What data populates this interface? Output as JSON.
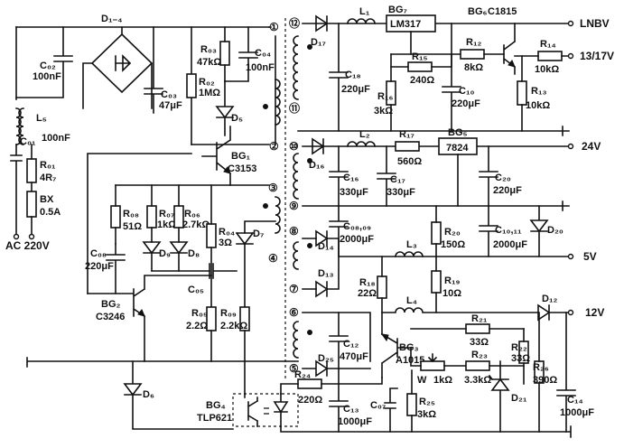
{
  "components": {
    "d1_4": "D₁₋₄",
    "c02": "C₀₂",
    "c02_val": "100nF",
    "c03": "C₀₃",
    "c03_val": "47μF",
    "r03": "R₀₃",
    "r03_val": "47kΩ",
    "r02": "R₀₂",
    "r02_val": "1MΩ",
    "c04": "C₀₄",
    "c04_val": "100nF",
    "d5": "D₅",
    "l5": "L₅",
    "c01": "C₀₁",
    "c01_val": "100nF",
    "r01": "R₀₁",
    "r01_val": "4R₇",
    "bx": "BX",
    "bx_val": "0.5A",
    "ac_in": "AC 220V",
    "bg1": "BG₁",
    "bg1_val": "C3153",
    "r08": "R₀₈",
    "r08_val": "51Ω",
    "r07": "R₀₇",
    "r07_val": "1kΩ",
    "r06": "R₀₆",
    "r06_val": "2.7kΩ",
    "r04": "R₀₄",
    "r04_val": "3Ω",
    "d7": "D₇",
    "d9": "D₉",
    "d8": "D₈",
    "c08": "C₀₈",
    "c08_val": "220μF",
    "c05": "C₀₅",
    "bg2": "BG₂",
    "bg2_val": "C3246",
    "r05": "R₀₅",
    "r05_val": "2.2Ω",
    "r09": "R₀₉",
    "r09_val": "2.2kΩ",
    "d6": "D₆",
    "bg4": "BG₄",
    "bg4_val": "TLP621",
    "d17": "D₁₇",
    "l1": "L₁",
    "bg7": "BG₇",
    "bg7_val": "LM317",
    "bg6": "BG₆",
    "bg6_val": "C1815",
    "c18": "C₁₈",
    "c18_val": "220μF",
    "r16": "R₁₆",
    "r16_val": "3kΩ",
    "r15": "R₁₅",
    "r15_val": "240Ω",
    "r12": "R₁₂",
    "r12_val": "8kΩ",
    "r14": "R₁₄",
    "r14_val": "10kΩ",
    "r13": "R₁₃",
    "r13_val": "10kΩ",
    "c10": "C₁₀",
    "c10_val": "220μF",
    "d16": "D₁₆",
    "l2": "L₂",
    "r17": "R₁₇",
    "r17_val": "560Ω",
    "bg5": "BG₅",
    "bg5_val": "7824",
    "c16": "C₁₆",
    "c16_val": "330μF",
    "c17": "C₁₇",
    "c17_val": "330μF",
    "c20": "C₂₀",
    "c20_val": "220μF",
    "c0809": "C₀₈,₀₉",
    "c0809_val": "2000μF",
    "r20": "R₂₀",
    "r20_val": "150Ω",
    "c1011": "C₁₀,₁₁",
    "c1011_val": "2000μF",
    "d20": "D₂₀",
    "d14": "D₁₄",
    "d13": "D₁₃",
    "l3": "L₃",
    "r18": "R₁₈",
    "r18_val": "22Ω",
    "r19": "R₁₉",
    "r19_val": "10Ω",
    "l4": "L₄",
    "d12": "D₁₂",
    "c12": "C₁₂",
    "c12_val": "470μF",
    "d25": "D₂₅",
    "bg3": "BG₃",
    "bg3_val": "A1015",
    "r21": "R₂₁",
    "r21_val": "33Ω",
    "r22": "R₂₂",
    "r22_val": "33Ω",
    "r26": "R₂₆",
    "r26_val": "390Ω",
    "r23": "R₂₃",
    "r23_val": "3.3kΩ",
    "w": "W",
    "w_val": "1kΩ",
    "d21": "D₂₁",
    "c14": "C₁₄",
    "c14_val": "1000μF",
    "r24": "R₂₄",
    "r24_val": "220Ω",
    "c13": "C₁₃",
    "c13_val": "1000μF",
    "c07": "C₀₇",
    "r25": "R₂₅",
    "r25_val": "3kΩ"
  },
  "pins": {
    "p1": "①",
    "p2": "②",
    "p3": "③",
    "p4": "④",
    "p5": "⑤",
    "p6": "⑥",
    "p7": "⑦",
    "p8": "⑧",
    "p9": "⑨",
    "p10": "⑩",
    "p11": "⑪",
    "p12": "⑫"
  },
  "outputs": {
    "lnbv": "LNBV",
    "v13_17": "13/17V",
    "v24": "24V",
    "v5": "5V",
    "v12": "12V"
  }
}
